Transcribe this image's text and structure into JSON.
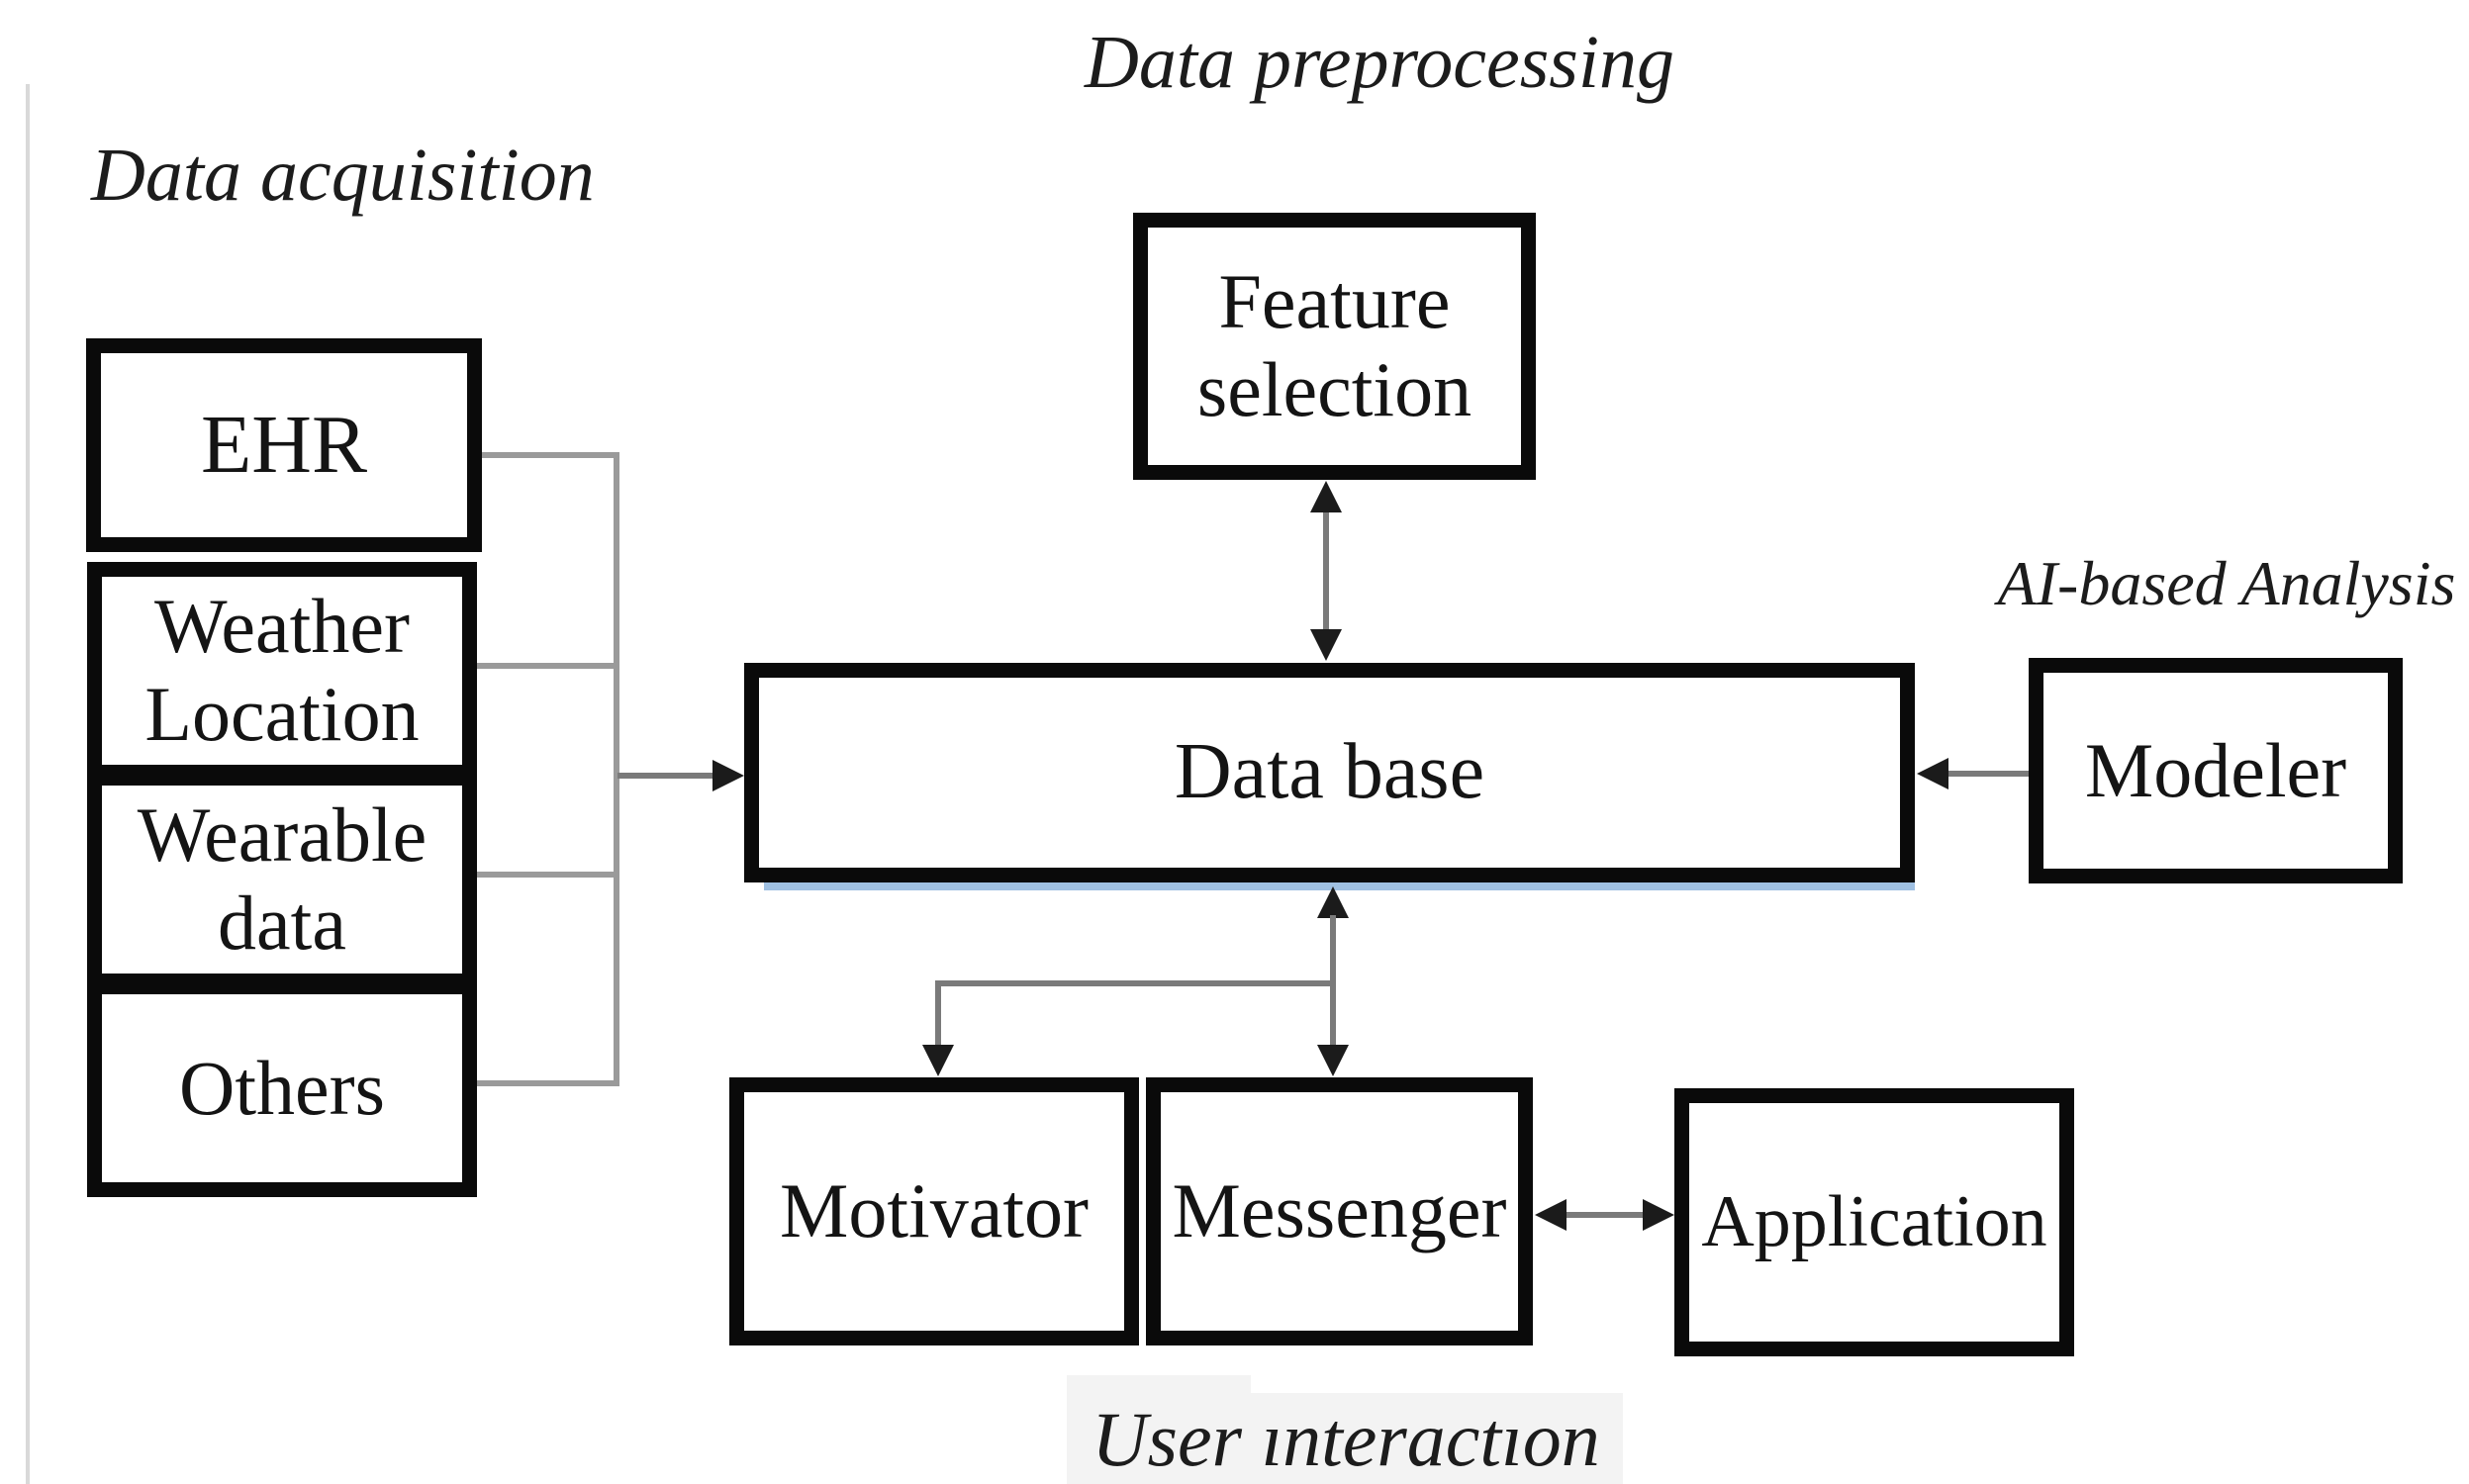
{
  "diagram": {
    "title": "Health data platform architecture diagram",
    "section_labels": {
      "data_acquisition_line1": "Data",
      "data_acquisition_line2": "acquisition",
      "data_preprocessing_line1": "Data",
      "data_preprocessing_line2": "preprocessing",
      "ai_analysis": "AI-based Analysis",
      "user_interaction": "User ınteractıon"
    },
    "boxes": {
      "ehr": "EHR",
      "weather_line1": "Weather",
      "weather_line2": "Location",
      "wearable_line1": "Wearable",
      "wearable_line2": "data",
      "others": "Others",
      "feature_line1": "Feature",
      "feature_line2": "selection",
      "database": "Data base",
      "modeler": "Modeler",
      "motivator": "Motivator",
      "messenger": "Messenger",
      "application": "Application"
    },
    "colors": {
      "box_border": "#0a0a0a",
      "connector_line": "#7a7a7a",
      "arrowhead": "#1b1b1b",
      "database_shadow": "#9fc0e2",
      "label_background": "#f3f3f3",
      "background": "#ffffff"
    },
    "connections": [
      "EHR -> Data base",
      "Weather Location -> Data base",
      "Wearable data -> Data base",
      "Others -> Data base",
      "Feature selection <-> Data base",
      "Modeler -> Data base",
      "Data base <-> Messenger",
      "Data base -> Motivator",
      "Messenger <-> Application"
    ]
  }
}
